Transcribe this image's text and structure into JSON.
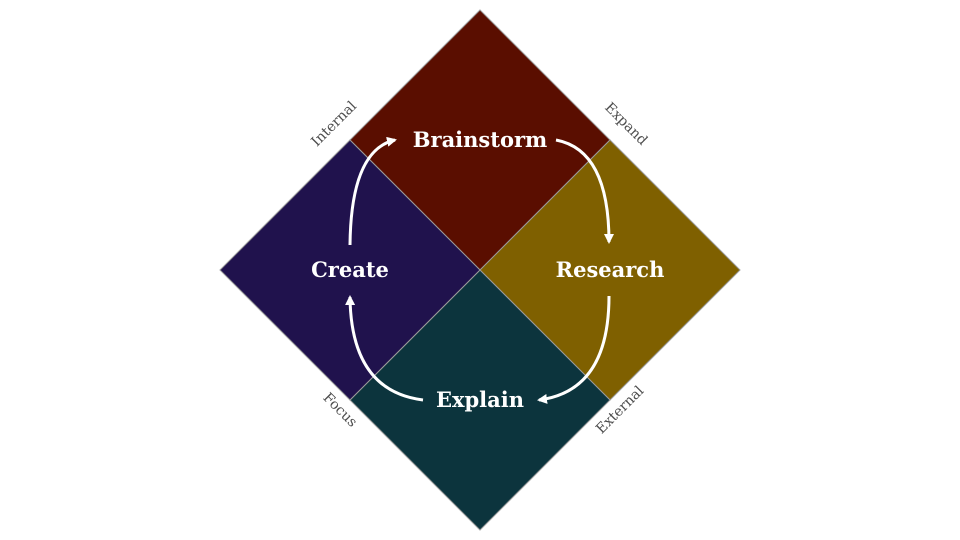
{
  "colors": {
    "brainstorm": "#5a0e00",
    "research": "#7f6000",
    "explain": "#0c343d",
    "create": "#20124d",
    "arrow": "#ffffff",
    "axis_text": "#4d4d4d"
  },
  "nodes": {
    "brainstorm": "Brainstorm",
    "research": "Research",
    "explain": "Explain",
    "create": "Create"
  },
  "axes": {
    "internal": "Internal",
    "expand": "Expand",
    "external": "External",
    "focus": "Focus"
  }
}
